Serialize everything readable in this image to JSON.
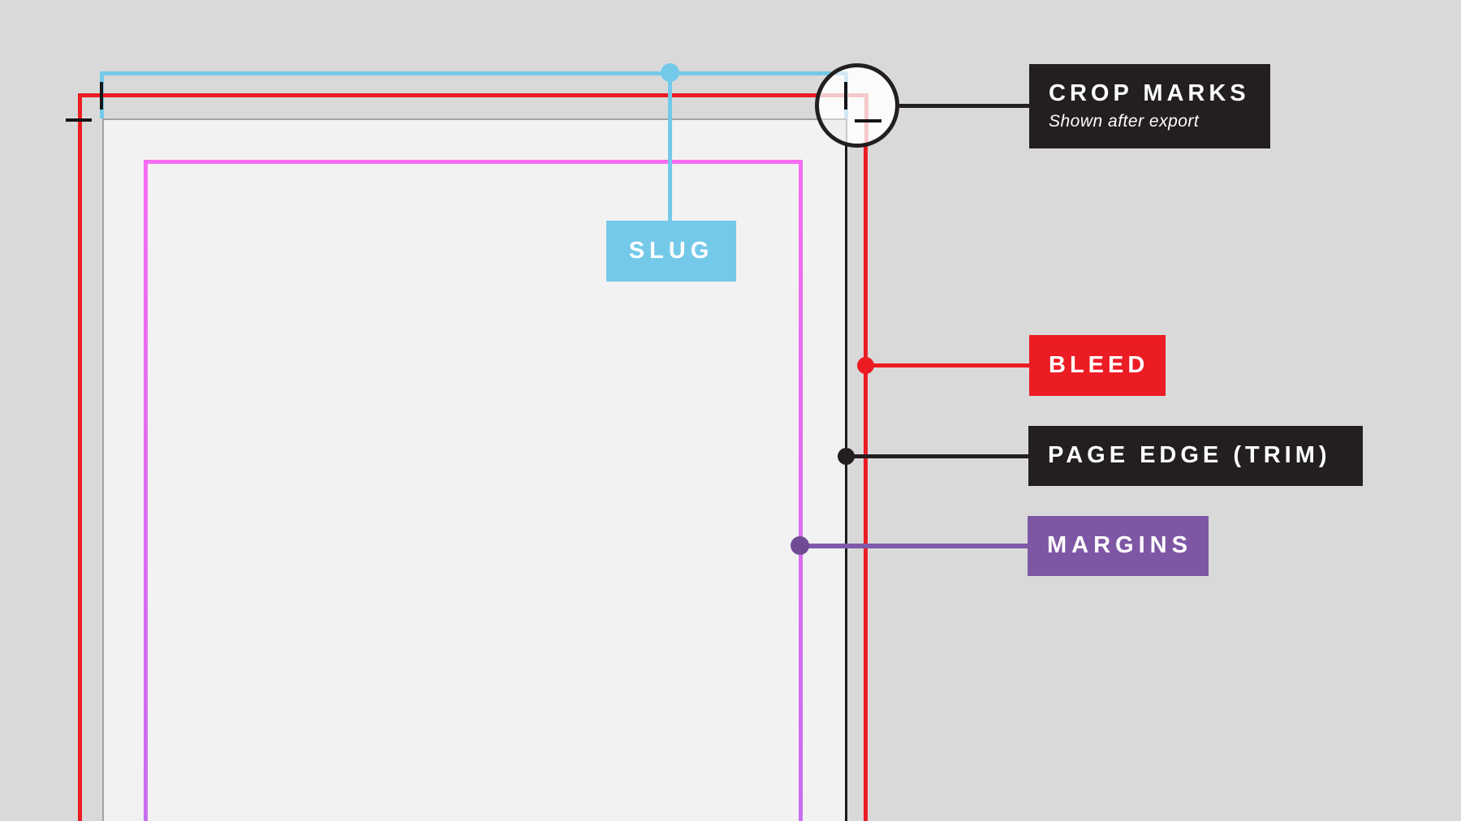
{
  "callouts": {
    "crop_marks": {
      "label": "CROP MARKS",
      "sublabel": "Shown after export"
    },
    "slug": {
      "label": "SLUG"
    },
    "bleed": {
      "label": "BLEED"
    },
    "page_edge": {
      "label": "PAGE EDGE (TRIM)"
    },
    "margins": {
      "label": "MARGINS"
    }
  },
  "colors": {
    "background": "#d9d9d9",
    "page": "#f2f2f2",
    "page_edge_gray": "#a3a3a3",
    "trim_black": "#1a1a1a",
    "slug_blue": "#74c9e9",
    "bleed_red": "#ec1c24",
    "margin_magenta": "#f76df2",
    "margin_orchid": "#c76df0",
    "margins_purple": "#7e57a4",
    "margins_leader": "#8059a8",
    "margins_dot": "#704b94",
    "label_dark": "#231f20",
    "crop_mark_black": "#151515",
    "circle_fill": "#fbfbfb",
    "faded_red": "#f5c8ca",
    "faded_blue": "#d2e9f5",
    "faded_gray": "#efefef",
    "faded_gray_line": "#c9c9c9",
    "text_white": "#ffffff"
  }
}
